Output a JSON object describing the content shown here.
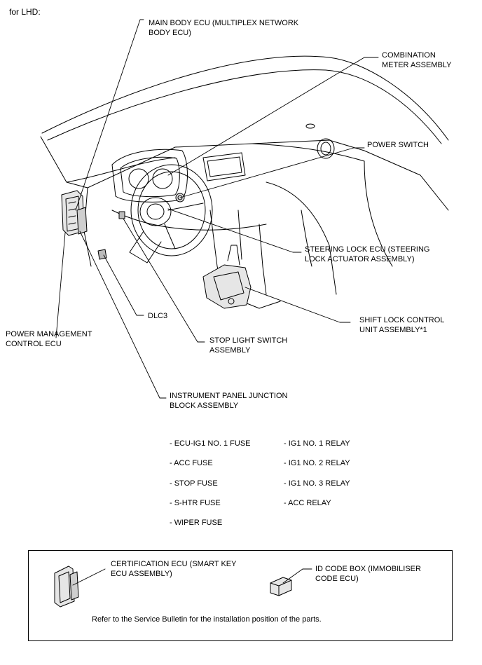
{
  "header": {
    "title": "for LHD:"
  },
  "labels": {
    "main_body_ecu": "MAIN BODY ECU (MULTIPLEX NETWORK\nBODY ECU)",
    "combination_meter": "COMBINATION\nMETER ASSEMBLY",
    "power_switch": "POWER SWITCH",
    "steering_lock_ecu": "STEERING LOCK ECU (STEERING\nLOCK ACTUATOR ASSEMBLY)",
    "shift_lock": "SHIFT LOCK CONTROL\nUNIT ASSEMBLY*1",
    "dlc3": "DLC3",
    "power_management": "POWER MANAGEMENT\nCONTROL ECU",
    "stop_light_switch": "STOP LIGHT SWITCH\nASSEMBLY",
    "instrument_panel_jb": "INSTRUMENT PANEL JUNCTION\nBLOCK ASSEMBLY"
  },
  "fuses": {
    "left": [
      "- ECU-IG1 NO. 1 FUSE",
      "- ACC FUSE",
      "- STOP FUSE",
      "- S-HTR FUSE",
      "- WIPER FUSE"
    ],
    "right": [
      "- IG1 NO. 1 RELAY",
      "- IG1 NO. 2 RELAY",
      "- IG1 NO. 3 RELAY",
      "- ACC RELAY"
    ]
  },
  "note_box": {
    "certification_ecu": "CERTIFICATION ECU (SMART KEY\nECU ASSEMBLY)",
    "id_code_box": "ID CODE BOX (IMMOBILISER\nCODE ECU)",
    "footer": "Refer to the Service Bulletin for the installation position of the parts."
  }
}
